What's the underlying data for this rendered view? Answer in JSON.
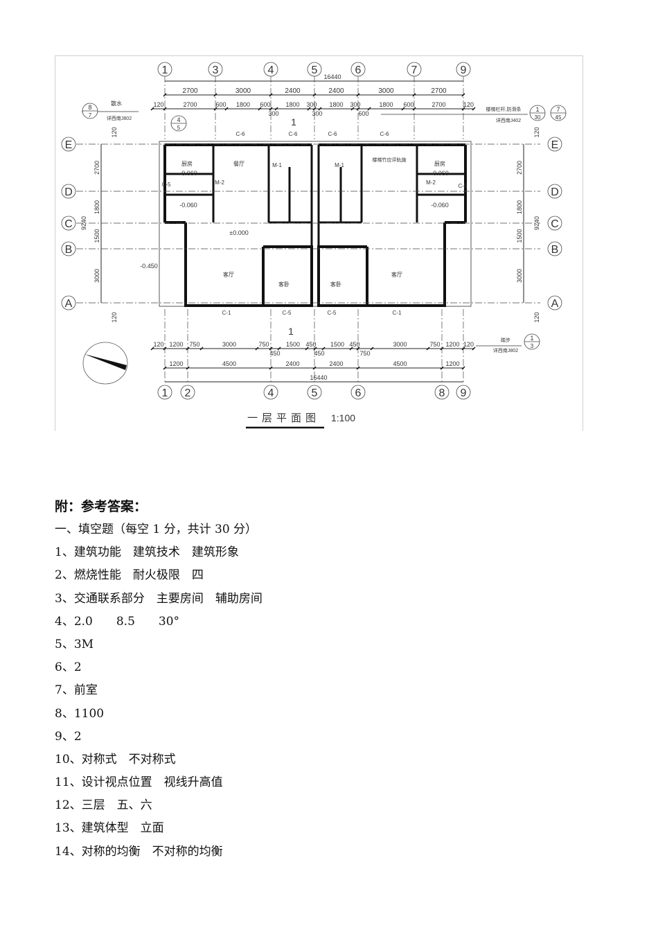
{
  "drawing": {
    "title": "一层平面图",
    "scale": "1:100",
    "total_width": "16440",
    "top_axes": [
      "1",
      "3",
      "4",
      "5",
      "6",
      "7",
      "9"
    ],
    "bottom_axes": [
      "1",
      "2",
      "4",
      "5",
      "6",
      "8",
      "9"
    ],
    "row_axes": [
      "E",
      "D",
      "C",
      "B",
      "A"
    ],
    "top_dims_1": [
      "2700",
      "3000",
      "2400",
      "2400",
      "3000",
      "2700"
    ],
    "top_dims_2": [
      "120",
      "2700",
      "600",
      "1800",
      "600",
      "300",
      "1800",
      "300",
      "300",
      "1800",
      "300",
      "600",
      "1800",
      "600",
      "2700",
      "120"
    ],
    "bottom_dims_1": [
      "120",
      "1200",
      "750",
      "3000",
      "750",
      "450",
      "1500",
      "450",
      "450",
      "1500",
      "450",
      "750",
      "3000",
      "750",
      "1200",
      "120"
    ],
    "bottom_dims_2": [
      "1200",
      "4500",
      "2400",
      "2400",
      "4500",
      "1200"
    ],
    "side_dims": [
      "2700",
      "1800",
      "1500",
      "3000"
    ],
    "side_total": "9240",
    "side_edge": "120",
    "rooms": {
      "kitchen": "厨房",
      "dining": "餐厅",
      "living": "客厅",
      "guest": "客卧"
    },
    "elevations": {
      "kitchen": "-0.060",
      "floor": "±0.000",
      "outdoor": "-0.450"
    },
    "windows": {
      "c6": "C-6",
      "c5": "C-5",
      "c1": "C-1"
    },
    "doors": {
      "m1": "M-1",
      "m2": "M-2"
    },
    "section_mark": "1",
    "notes": {
      "apron": "散水",
      "apron_ref": "详西南J802",
      "rail": "楼梯栏杆,防滑条",
      "rail_ref": "详西南J402",
      "step": "踏步",
      "step_ref": "详西南J802",
      "stair_note": "楼梯竹应评轨施"
    },
    "index_marks": [
      {
        "top": "8",
        "bottom": "7"
      },
      {
        "top": "4",
        "bottom": "5"
      },
      {
        "top": "1",
        "bottom": "30"
      },
      {
        "top": "7",
        "bottom": "45"
      },
      {
        "top": "1",
        "bottom": "3"
      }
    ]
  },
  "answers": {
    "title": "附：参考答案：",
    "lines": [
      "一、填空题（每空 1 分，共计 30 分）",
      "1、建筑功能　建筑技术　建筑形象",
      "2、燃烧性能　耐火极限　四",
      "3、交通联系部分　主要房间　辅助房间",
      "4、2.0　　8.5　　30°",
      "5、3M",
      "6、2",
      "7、前室",
      "8、1100",
      "9、2",
      "10、对称式　不对称式",
      "11、设计视点位置　视线升高值",
      "12、三层　五、六",
      "13、建筑体型　立面",
      "14、对称的均衡　不对称的均衡"
    ]
  }
}
